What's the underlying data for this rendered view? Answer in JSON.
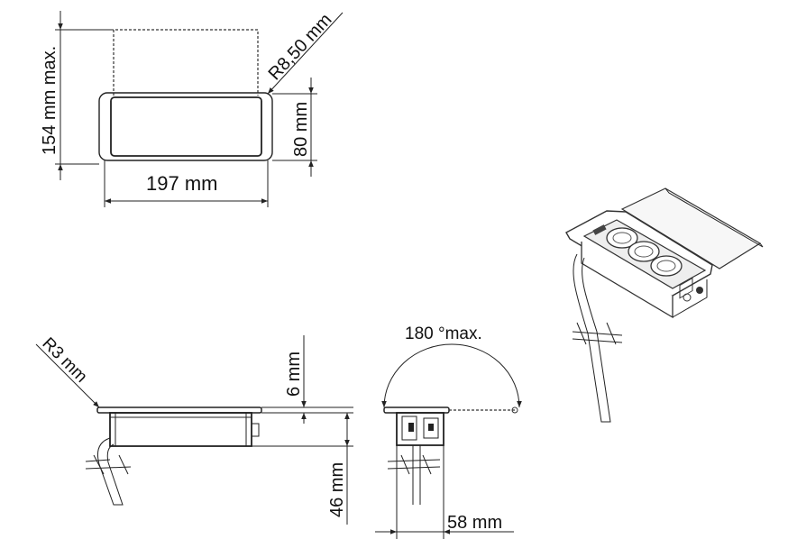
{
  "top_view": {
    "height_max_label": "154 mm max.",
    "radius_label": "R8,50 mm",
    "depth_label": "80 mm",
    "width_label": "197 mm"
  },
  "side_view": {
    "radius_label": "R3 mm",
    "flange_label": "6 mm",
    "body_height_label": "46 mm"
  },
  "end_view": {
    "angle_label": "180 °max.",
    "width_label": "58 mm"
  }
}
